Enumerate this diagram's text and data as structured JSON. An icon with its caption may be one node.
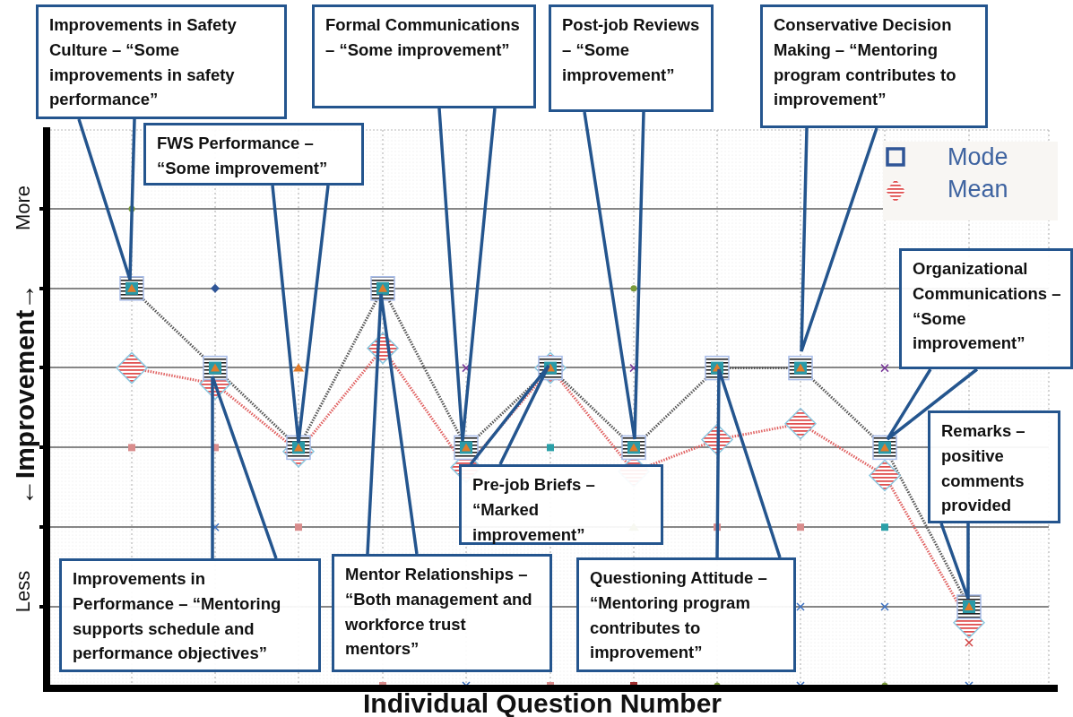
{
  "diagram": {
    "nodes": [
      {
        "text": [
          "Improvements in Safety Culture – “Some improvements in safety performance”"
        ]
      },
      {
        "text": [
          "Formal Communications – “Some improvement”"
        ]
      },
      {
        "text": [
          "Post-job Reviews – “Some improvement”"
        ]
      },
      {
        "text": [
          "Conservative Decision Making – “Mentoring program contributes to improvement”"
        ]
      },
      {
        "text": [
          "FWS Performance – “Some improvement”"
        ]
      },
      {
        "text": [
          "Organizational Communications – “Some improvement”"
        ]
      },
      {
        "text": [
          "Remarks – positive comments provided"
        ]
      },
      {
        "text": [
          "Pre-job Briefs – “Marked improvement”"
        ]
      },
      {
        "text": [
          "Improvements in Performance – “Mentoring supports schedule and performance objectives”"
        ]
      },
      {
        "text": [
          "Mentor Relationships – “Both management and workforce trust mentors”"
        ]
      },
      {
        "text": [
          "Questioning Attitude – “Mentoring program contributes to improvement”"
        ]
      }
    ],
    "edges": [
      {
        "from": 0,
        "to": null,
        "arrow": "none"
      },
      {
        "from": 1,
        "to": null,
        "arrow": "none"
      },
      {
        "from": 2,
        "to": null,
        "arrow": "none"
      },
      {
        "from": 3,
        "to": null,
        "arrow": "none"
      },
      {
        "from": 4,
        "to": null,
        "arrow": "none"
      },
      {
        "from": 5,
        "to": null,
        "arrow": "none"
      },
      {
        "from": 6,
        "to": null,
        "arrow": "none"
      },
      {
        "from": 7,
        "to": null,
        "arrow": "none"
      },
      {
        "from": 8,
        "to": null,
        "arrow": "none"
      },
      {
        "from": 9,
        "to": null,
        "arrow": "none"
      },
      {
        "from": 10,
        "to": null,
        "arrow": "none"
      }
    ],
    "labels": [
      "More",
      "←Improvement→",
      "Less",
      "Individual Question Number"
    ],
    "legend": [
      {
        "text": "Mode"
      },
      {
        "text": "Mean"
      }
    ]
  }
}
